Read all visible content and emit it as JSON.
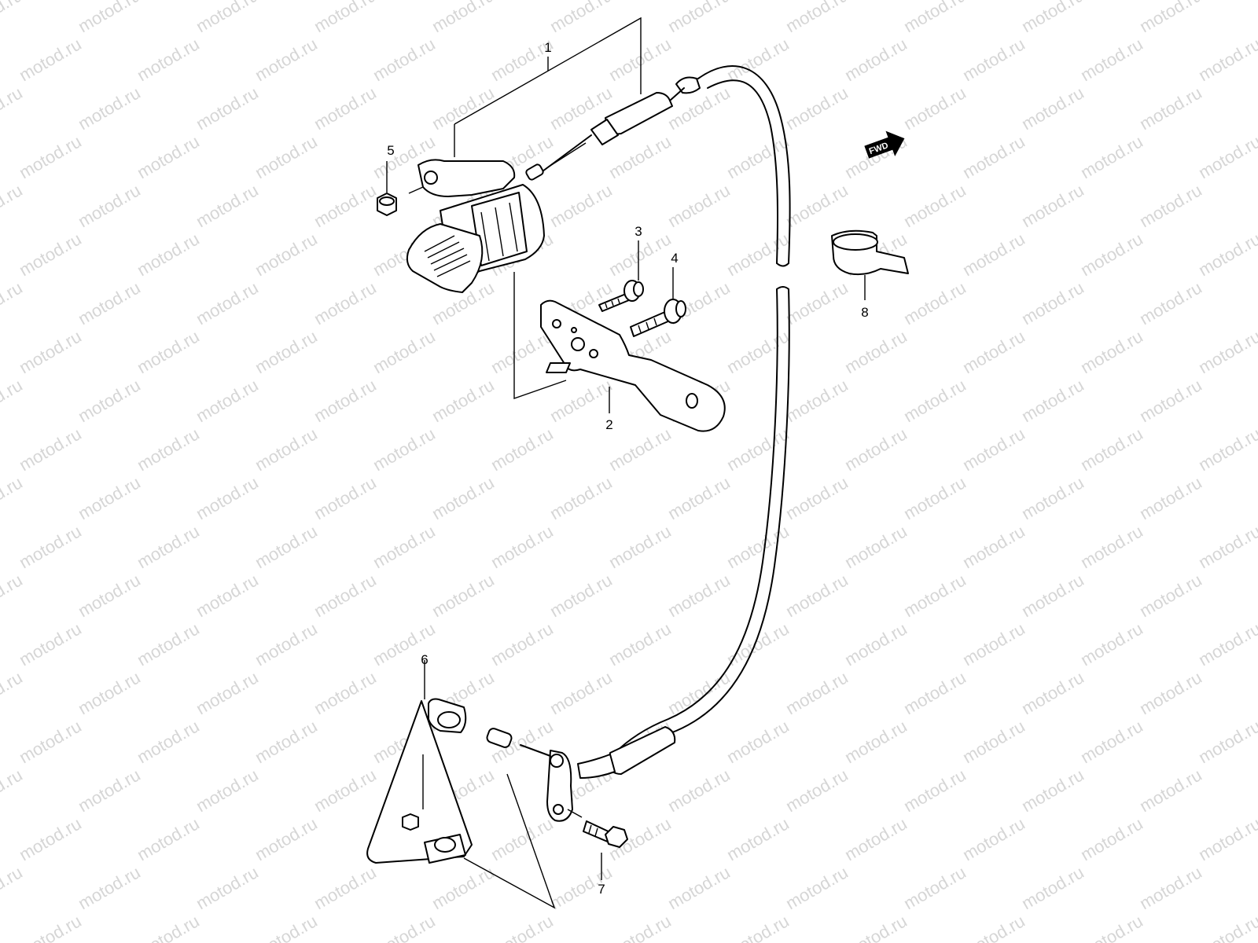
{
  "diagram": {
    "watermark": "motod.ru",
    "direction_badge": "FWD",
    "callouts": [
      "1",
      "2",
      "3",
      "4",
      "5",
      "6",
      "7",
      "8"
    ],
    "line_color": "#000000",
    "watermark_color": "#d6d6d6"
  }
}
